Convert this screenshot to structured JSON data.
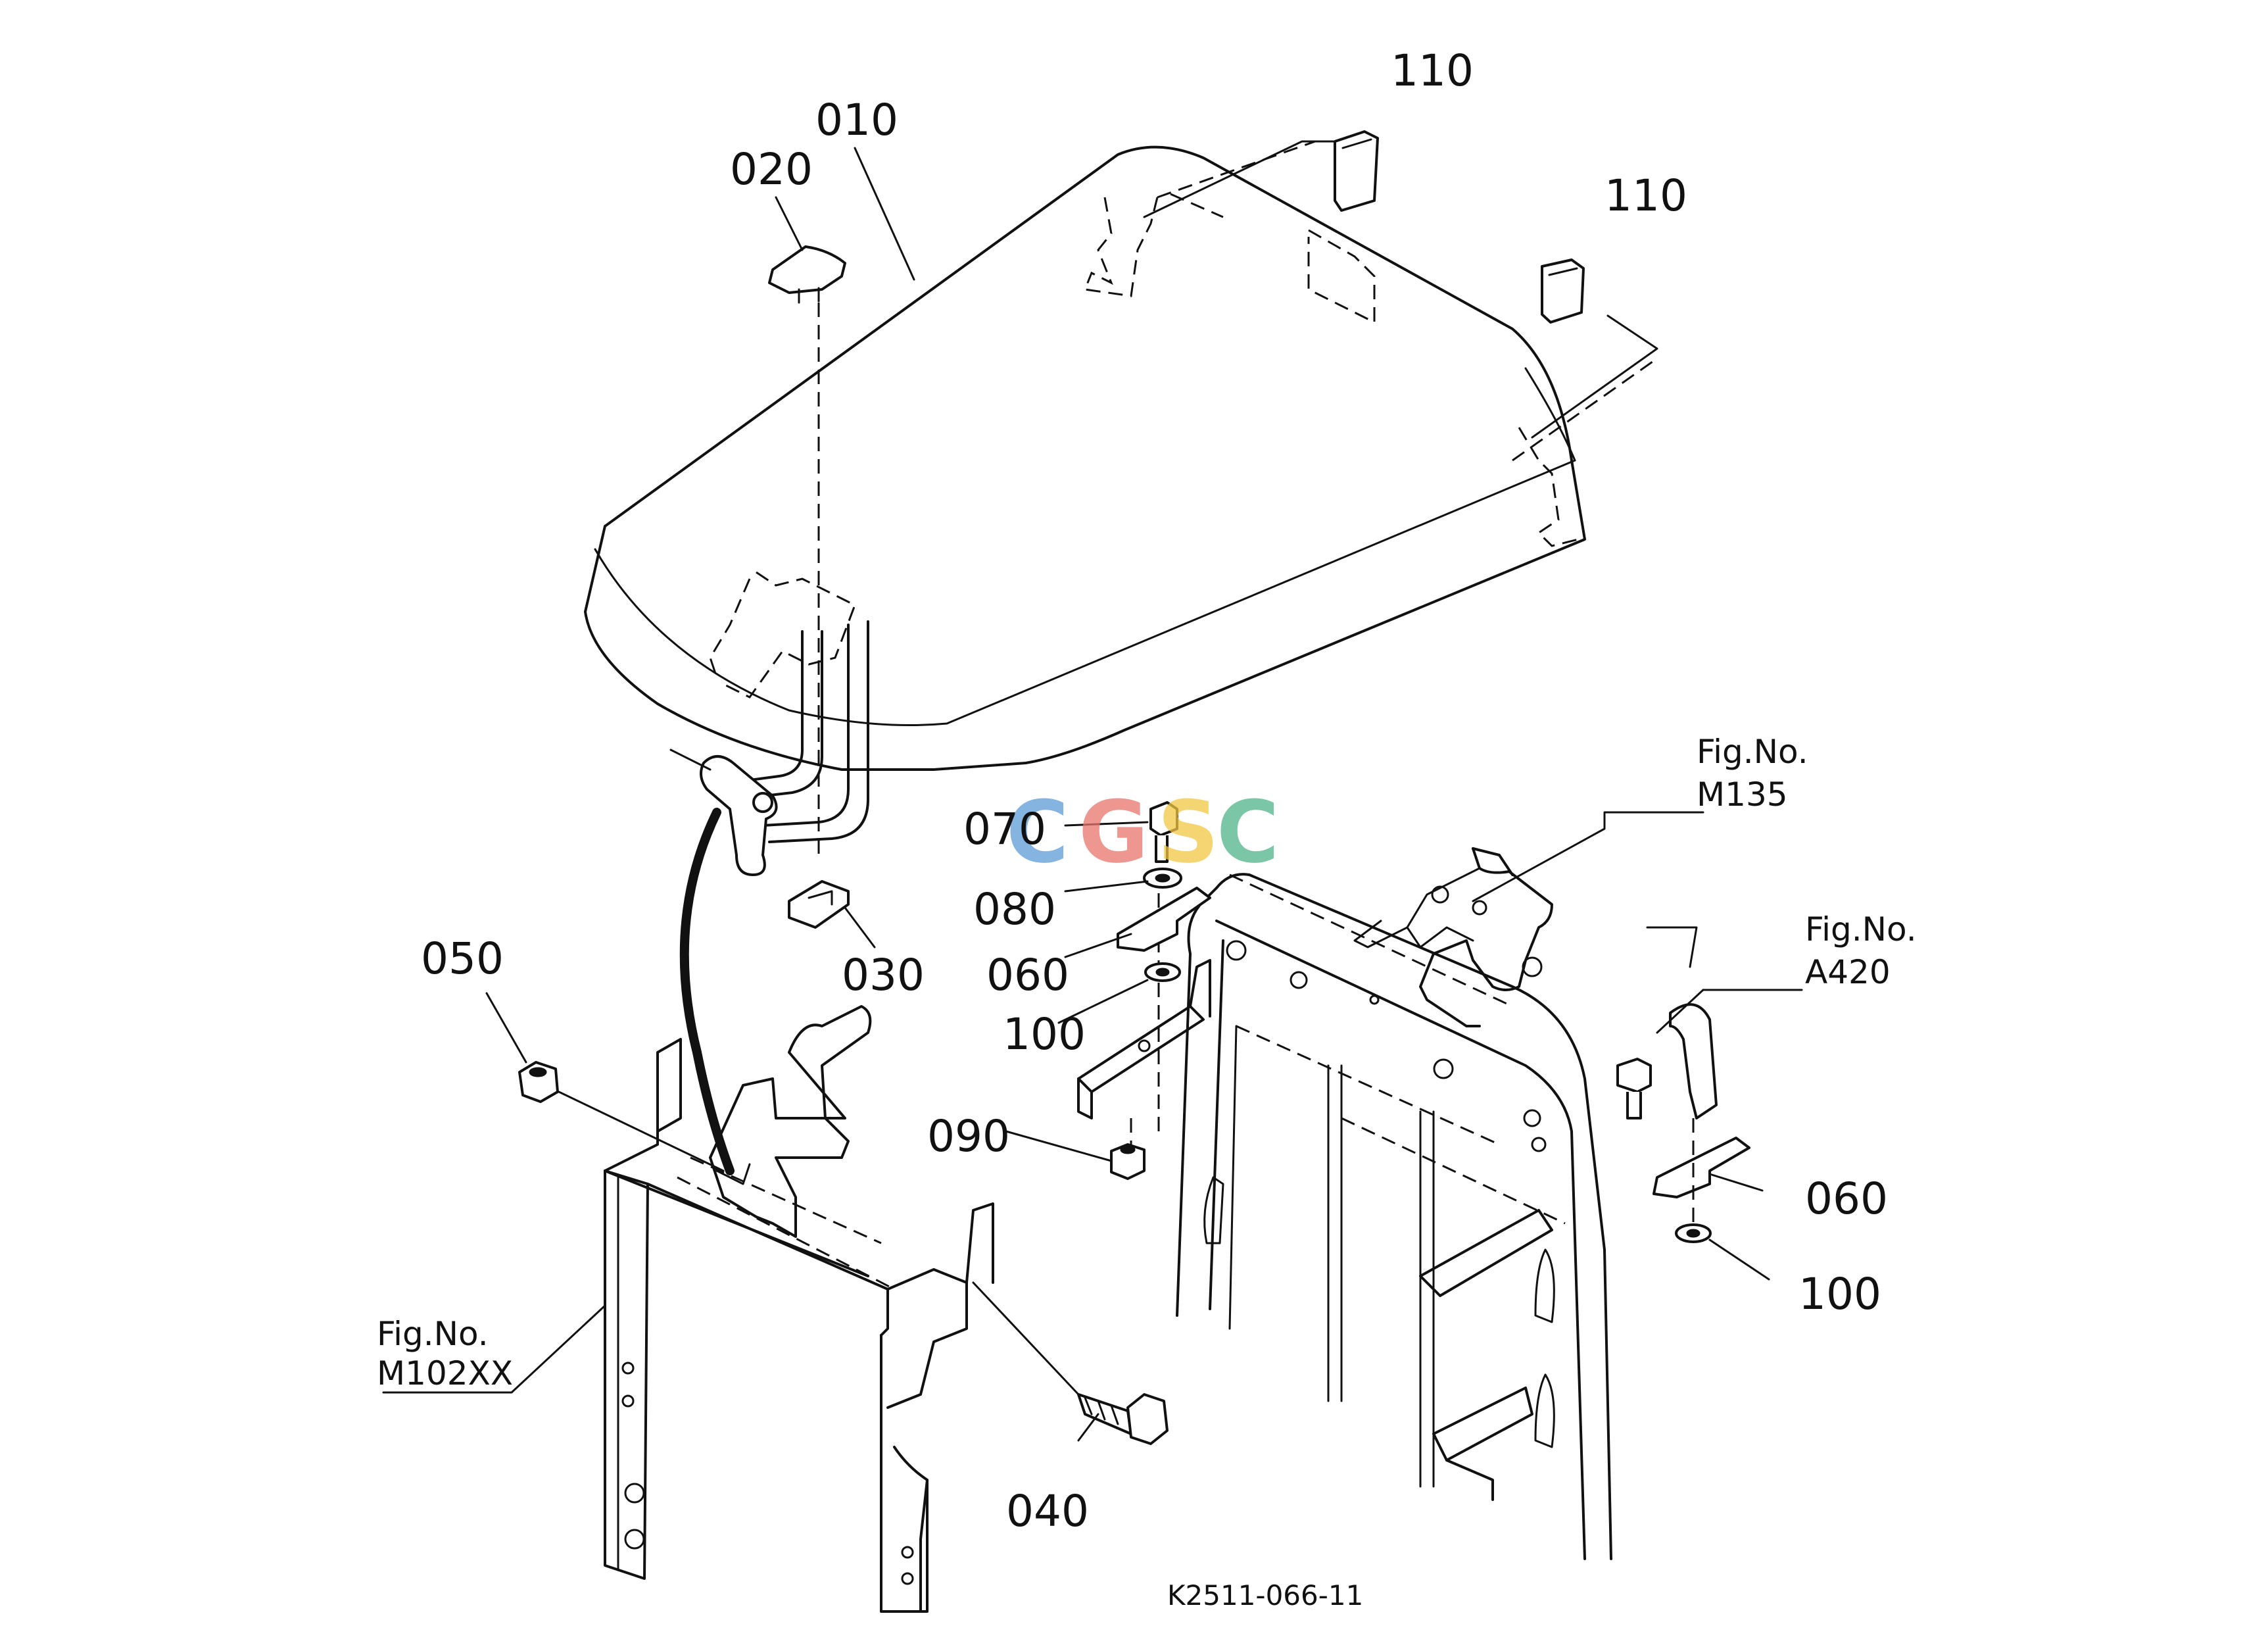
{
  "diagram_code": "K2511-066-11",
  "watermark": {
    "letters": [
      "C",
      "G",
      "S",
      "C"
    ],
    "colors": [
      "#5b9bd5",
      "#e8756b",
      "#f2c744",
      "#4fb38a"
    ]
  },
  "part_labels": {
    "p010": "010",
    "p020": "020",
    "p030": "030",
    "p040": "040",
    "p050": "050",
    "p060a": "060",
    "p060b": "060",
    "p070": "070",
    "p080": "080",
    "p090": "090",
    "p100a": "100",
    "p100b": "100",
    "p110a": "110",
    "p110b": "110"
  },
  "figure_refs": {
    "m135": {
      "caption": "Fig.No.",
      "number": "M135"
    },
    "a420": {
      "caption": "Fig.No.",
      "number": "A420"
    },
    "m102xx": {
      "caption": "Fig.No.",
      "number": "M102XX"
    }
  }
}
